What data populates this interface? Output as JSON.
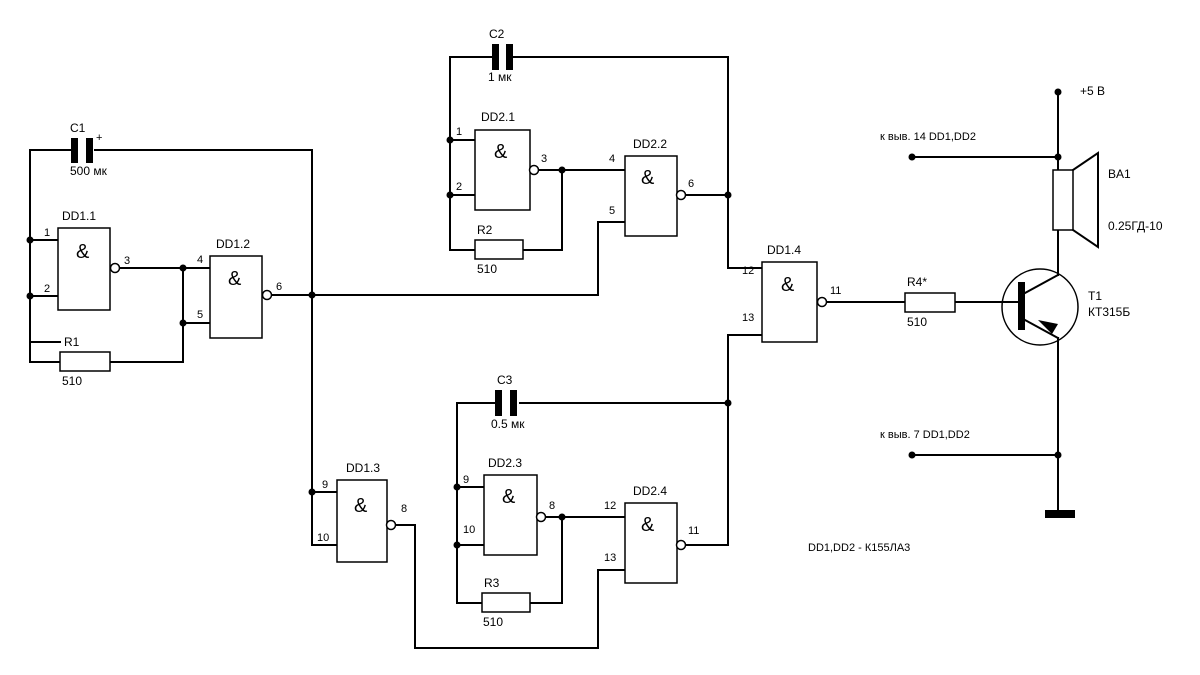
{
  "gate_symbol": "&",
  "gates": {
    "dd1_1": {
      "name": "DD1.1",
      "in_a": "1",
      "in_b": "2",
      "out": "3"
    },
    "dd1_2": {
      "name": "DD1.2",
      "in_a": "4",
      "in_b": "5",
      "out": "6"
    },
    "dd1_3": {
      "name": "DD1.3",
      "in_a": "9",
      "in_b": "10",
      "out": "8"
    },
    "dd1_4": {
      "name": "DD1.4",
      "in_a": "12",
      "in_b": "13",
      "out": "11"
    },
    "dd2_1": {
      "name": "DD2.1",
      "in_a": "1",
      "in_b": "2",
      "out": "3"
    },
    "dd2_2": {
      "name": "DD2.2",
      "in_a": "4",
      "in_b": "5",
      "out": "6"
    },
    "dd2_3": {
      "name": "DD2.3",
      "in_a": "9",
      "in_b": "10",
      "out": "8"
    },
    "dd2_4": {
      "name": "DD2.4",
      "in_a": "12",
      "in_b": "13",
      "out": "11"
    }
  },
  "components": {
    "c1": {
      "name": "C1",
      "value": "500 мк",
      "polarity": "+"
    },
    "c2": {
      "name": "C2",
      "value": "1 мк"
    },
    "c3": {
      "name": "C3",
      "value": "0.5 мк"
    },
    "r1": {
      "name": "R1",
      "value": "510"
    },
    "r2": {
      "name": "R2",
      "value": "510"
    },
    "r3": {
      "name": "R3",
      "value": "510"
    },
    "r4": {
      "name": "R4*",
      "value": "510"
    },
    "t1": {
      "name": "T1",
      "type": "КТ315Б"
    },
    "ba1": {
      "name": "BA1",
      "type": "0.25ГД-10"
    }
  },
  "power": {
    "vcc": "+5 В",
    "pin14_note": "к выв. 14 DD1,DD2",
    "pin7_note": "к выв. 7 DD1,DD2"
  },
  "note": "DD1,DD2 - К155ЛА3"
}
